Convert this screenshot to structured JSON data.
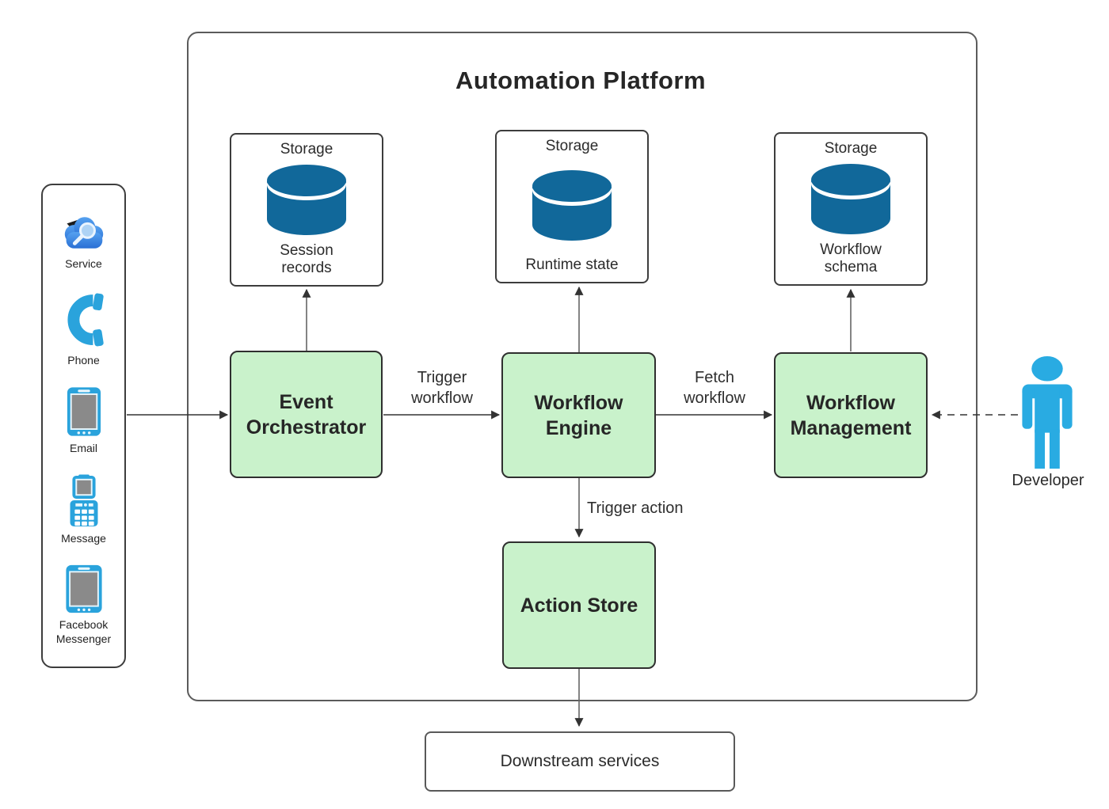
{
  "diagram": {
    "title": "Automation Platform",
    "colors": {
      "process_fill": "#c9f2cb",
      "database_blue": "#11689a",
      "channel_icon_blue": "#2aa3dc",
      "developer_blue": "#29abe2",
      "cloud_blue": "#2f74d6"
    },
    "channels_panel": {
      "items": [
        {
          "label": "Service",
          "icon": "cloud-search-icon"
        },
        {
          "label": "Phone",
          "icon": "phone-handset-icon"
        },
        {
          "label": "Email",
          "icon": "tablet-device-icon"
        },
        {
          "label": "Message",
          "icon": "feature-phone-icon"
        },
        {
          "label": "Facebook Messenger",
          "icon": "tablet-device-icon"
        }
      ]
    },
    "storage_boxes": [
      {
        "title": "Storage",
        "sublabel": "Session records"
      },
      {
        "title": "Storage",
        "sublabel": "Runtime state"
      },
      {
        "title": "Storage",
        "sublabel": "Workflow schema"
      }
    ],
    "process_boxes": [
      {
        "label": "Event Orchestrator"
      },
      {
        "label": "Workflow Engine"
      },
      {
        "label": "Workflow Management"
      },
      {
        "label": "Action Store"
      }
    ],
    "edge_labels": {
      "trigger_workflow": "Trigger workflow",
      "fetch_workflow": "Fetch workflow",
      "trigger_action": "Trigger action"
    },
    "external": {
      "downstream": "Downstream services",
      "developer": "Developer"
    }
  }
}
